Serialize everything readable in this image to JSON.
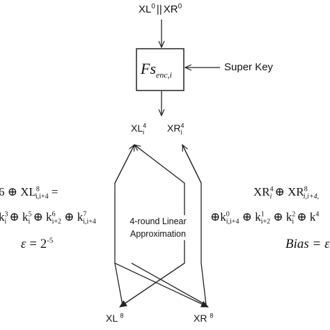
{
  "top_input": {
    "left": "XL",
    "left_sup": "0",
    "sep": "||",
    "right": "XR",
    "right_sup": "0"
  },
  "fs_box": {
    "main": "Fs",
    "sub": "enc,i"
  },
  "super_key": "Super Key",
  "mid_outputs": {
    "left": "XL",
    "left_sup": "4",
    "left_sub": "i",
    "right": "XR",
    "right_sup": "4",
    "right_sub": "i"
  },
  "center_label": {
    "line1": "4-round Linear",
    "line2": "Approximation"
  },
  "bottom": {
    "left": "XL",
    "left_sup": "8",
    "right": "XR",
    "right_sup": "8"
  },
  "left_eq": {
    "line1": "6 ⊕ XL",
    "line1_sup": "8",
    "line1_sub": "i,i+4",
    "line1_tail": " =",
    "line2": "k",
    "line2_sup_a": "3",
    "line2_sub_a": "i",
    "line2_b": " ⊕ k",
    "line2_sup_b": "5",
    "line2_sub_b": "i",
    "line2_c": " ⊕ k",
    "line2_sup_c": "6",
    "line2_sub_c": "i+2",
    "line2_d": " ⊕ k",
    "line2_sup_d": "7",
    "line2_sub_d": "i,i+4",
    "eps_sym": "ε",
    "eps_eq": " = 2",
    "eps_exp": "-5"
  },
  "right_eq": {
    "line1": "XR",
    "line1_sup_a": "4",
    "line1_sub_a": "i",
    "line1_b": " ⊕ XR",
    "line1_sup_b": "8",
    "line1_sub_b": "i,i+4,",
    "line2_a": "⊕k",
    "line2_sup_a": "0",
    "line2_sub_a": "i,i+4",
    "line2_b": " ⊕ k",
    "line2_sup_b": "1",
    "line2_sub_b": "i+2",
    "line2_c": " ⊕ k",
    "line2_sup_c": "2",
    "line2_sub_c": "i",
    "line2_d": " ⊕ k",
    "line2_sup_d": "4",
    "bias_label": "Bias",
    "bias_eq": " = ε"
  }
}
